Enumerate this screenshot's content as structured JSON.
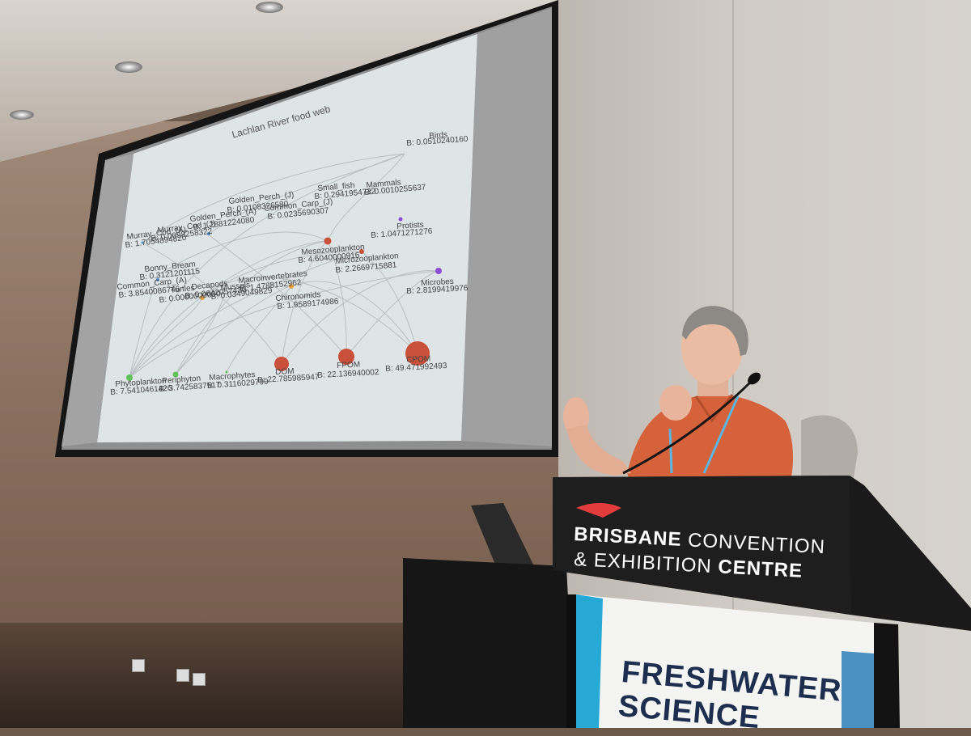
{
  "slide": {
    "title": "Lachlan River food web",
    "nodes": [
      {
        "name": "Birds",
        "biomass": "B: 0.0510240160"
      },
      {
        "name": "Mammals",
        "biomass": "B: 0.0010255637"
      },
      {
        "name": "Small_fish",
        "biomass": "B: 0.2941954732"
      },
      {
        "name": "Golden_Perch_(J)",
        "biomass": "B: 0.0108326580"
      },
      {
        "name": "Common_Carp_(J)",
        "biomass": "B: 0.0235690307"
      },
      {
        "name": "Golden_Perch_(A)",
        "biomass": "B: 1.2881224080"
      },
      {
        "name": "Murray_Cod_(J)",
        "biomass": "B: 0.0098258322"
      },
      {
        "name": "Murray_Cod_(A)",
        "biomass": "B: 1.7054894820"
      },
      {
        "name": "Protists",
        "biomass": "B: 1.0471271276"
      },
      {
        "name": "Mesozooplankton",
        "biomass": "B: 4.6040000916"
      },
      {
        "name": "Microzooplankton",
        "biomass": "B: 2.2669715881"
      },
      {
        "name": "Microbes",
        "biomass": "B: 2.8199419976"
      },
      {
        "name": "Bonny_Bream",
        "biomass": "B: 0.3121201115"
      },
      {
        "name": "Common_Carp_(A)",
        "biomass": "B: 3.8540086746"
      },
      {
        "name": "Turtles",
        "biomass": "B: 0.0000000000"
      },
      {
        "name": "Decapods",
        "biomass": "B: 0.0642057430"
      },
      {
        "name": "Mussels",
        "biomass": "B: 0.0349049829"
      },
      {
        "name": "Macroinvertebrates",
        "biomass": "B: 1.4788152962"
      },
      {
        "name": "Chironomids",
        "biomass": "B: 1.9589174986"
      },
      {
        "name": "Phytoplankton",
        "biomass": "B: 7.5410461426"
      },
      {
        "name": "Periphyton",
        "biomass": "B: 3.7425837517"
      },
      {
        "name": "Macrophytes",
        "biomass": "B: 0.3116029799"
      },
      {
        "name": "DOM",
        "biomass": "B: 22.785985947"
      },
      {
        "name": "FPOM",
        "biomass": "B: 22.136940002"
      },
      {
        "name": "CPOM",
        "biomass": "B: 49.471992493"
      }
    ]
  },
  "podium": {
    "line1_a": "BRISBANE",
    "line1_b": "CONVENTION",
    "line2_a": "& EXHIBITION",
    "line2_b": "CENTRE"
  },
  "banner": {
    "line1": "FRESHWATER",
    "line2": "SCIENCE"
  },
  "colors": {
    "slide_bg": "#dfe4e6",
    "node_red": "#c9503a",
    "node_green": "#5fc35a",
    "node_purple": "#8a4fd0",
    "node_blue": "#4a8fd0",
    "node_orange": "#e0a040",
    "podium": "#1a1a1a",
    "banner_accent": "#27a9d6",
    "shirt": "#d5623b"
  }
}
